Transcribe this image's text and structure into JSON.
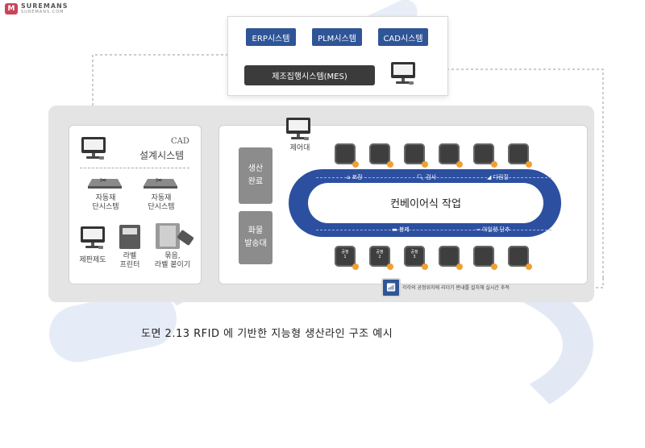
{
  "logo": {
    "mark": "M",
    "name": "SUREMANS",
    "sub": "SUREMANS.COM"
  },
  "top_systems": {
    "erp": "ERP시스템",
    "plm": "PLM시스템",
    "cad": "CAD시스템",
    "mes": "제조집행시스템(MES)"
  },
  "left_card": {
    "title_line1": "CAD",
    "title_line2": "설계시스템",
    "cutter1": "자동재\n단시스템",
    "cutter2": "자동재\n단시스템",
    "pc_label": "제판제도",
    "printer_label": "라벨\n프린터",
    "pack_label": "묶음,\n라벨 붙이기"
  },
  "right_card": {
    "control_label": "제어대",
    "box1": "생산\n완료",
    "box2": "화물\n발송대",
    "conveyor_label": "컨베이어식 작업",
    "top_steps": [
      "포장",
      "검사",
      "다림질"
    ],
    "bottom_steps": [
      "봉제",
      "아일렛 단추"
    ],
    "machine_labels": [
      "공정\n1",
      "공정\n2",
      "공정\n3"
    ],
    "rfid_note": "각각의 공정위치에 리더기 판내를 설치해 실시간 추적"
  },
  "caption": "도면 2.13 RFID 에 기반한 지능형 생산라인 구조 예시",
  "colors": {
    "accent_blue": "#2f5597",
    "dark": "#3b3b3b",
    "panel_gray": "#e4e4e4",
    "dot_orange": "#f0a030"
  }
}
